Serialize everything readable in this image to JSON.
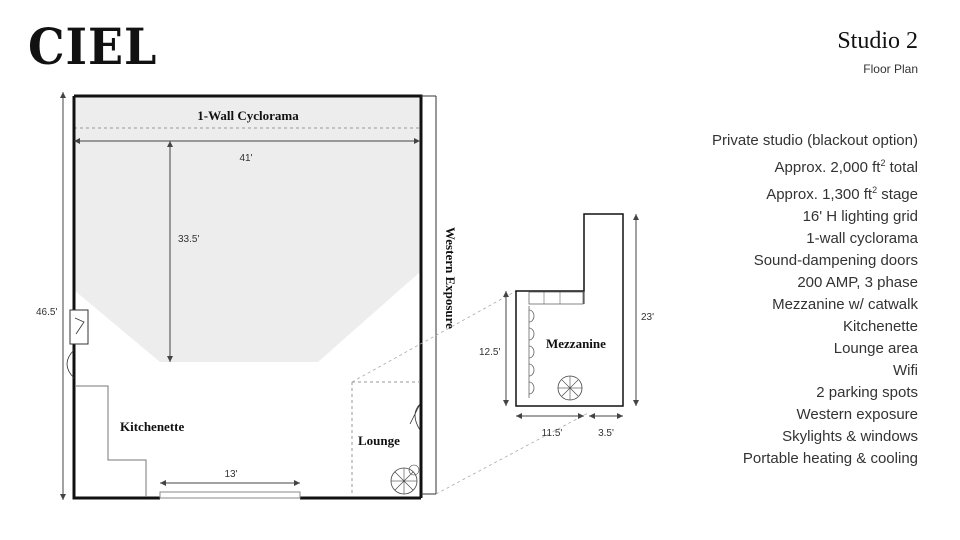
{
  "brand": {
    "logo_text": "CIEL"
  },
  "header": {
    "title": "Studio 2",
    "subtitle": "Floor Plan"
  },
  "features": [
    {
      "text": "Private studio (blackout option)"
    },
    {
      "text": "Approx. 2,000 ft",
      "sup": "2",
      "suffix": " total"
    },
    {
      "text": "Approx. 1,300 ft",
      "sup": "2",
      "suffix": " stage"
    },
    {
      "text": "16' H lighting grid"
    },
    {
      "text": "1-wall cyclorama"
    },
    {
      "text": "Sound-dampening doors"
    },
    {
      "text": "200 AMP, 3 phase"
    },
    {
      "text": "Mezzanine w/ catwalk"
    },
    {
      "text": "Kitchenette"
    },
    {
      "text": "Lounge area"
    },
    {
      "text": "Wifi"
    },
    {
      "text": "2 parking spots"
    },
    {
      "text": "Western exposure"
    },
    {
      "text": "Skylights & windows"
    },
    {
      "text": "Portable heating & cooling"
    }
  ],
  "plan": {
    "cyclorama_label": "1-Wall Cyclorama",
    "western_label": "Western Exposure",
    "kitchenette_label": "Kitchenette",
    "lounge_label": "Lounge",
    "mezzanine_label": "Mezzanine",
    "dims": {
      "width": "41'",
      "stage_depth": "33.5'",
      "total_depth": "46.5'",
      "door_width": "13'",
      "mezz_depth": "12.5'",
      "mezz_height": "23'",
      "mezz_width": "11.5'",
      "catwalk_width": "3.5'"
    }
  },
  "colors": {
    "wall": "#111111",
    "stage_fill": "#ededed",
    "dim_line": "#444444"
  }
}
